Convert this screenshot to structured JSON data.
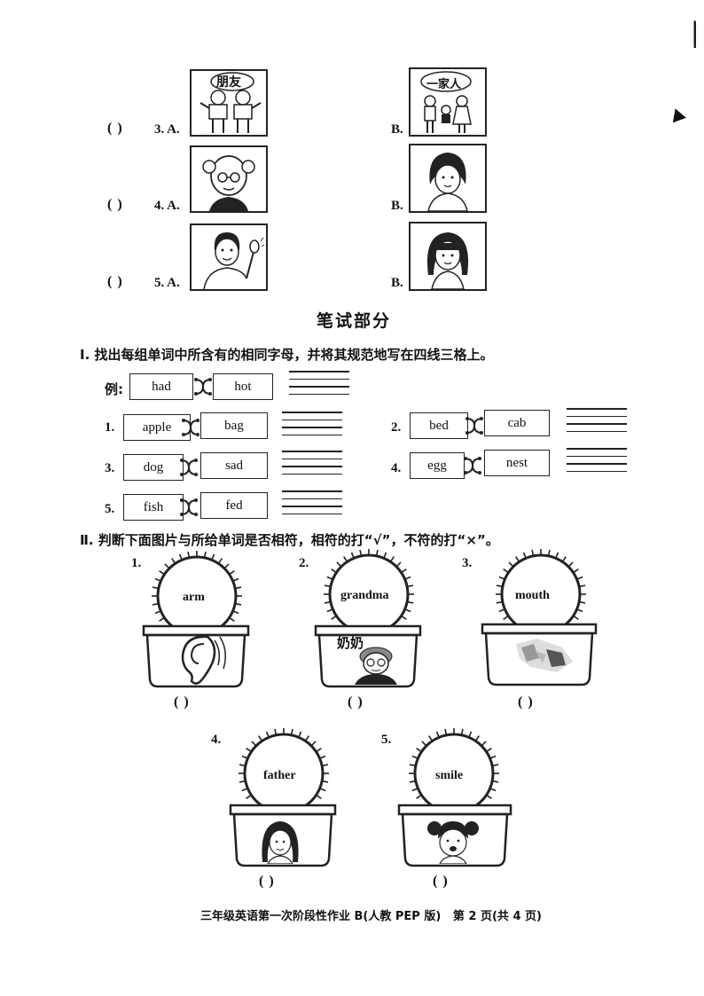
{
  "page_mark": "|",
  "listening": {
    "questions": [
      {
        "paren": "(        )",
        "num_a": "3. A.",
        "label_b": "B.",
        "caption_a": "朋友",
        "caption_b": "一家人"
      },
      {
        "paren": "(        )",
        "num_a": "4. A.",
        "label_b": "B."
      },
      {
        "paren": "(        )",
        "num_a": "5. A.",
        "label_b": "B."
      }
    ]
  },
  "written": {
    "title": "笔试部分",
    "section1": {
      "instruction": "Ⅰ. 找出每组单词中所含有的相同字母，并将其规范地写在四线三格上。",
      "example_label": "例:",
      "example": {
        "w1": "had",
        "w2": "hot"
      },
      "items": [
        {
          "num": "1.",
          "w1": "apple",
          "w2": "bag"
        },
        {
          "num": "2.",
          "w1": "bed",
          "w2": "cab"
        },
        {
          "num": "3.",
          "w1": "dog",
          "w2": "sad"
        },
        {
          "num": "4.",
          "w1": "egg",
          "w2": "nest"
        },
        {
          "num": "5.",
          "w1": "fish",
          "w2": "fed"
        }
      ]
    },
    "section2": {
      "instruction": "Ⅱ. 判断下面图片与所给单词是否相符，相符的打“√”，不符的打“×”。",
      "items": [
        {
          "num": "1.",
          "word": "arm",
          "paren": "(        )"
        },
        {
          "num": "2.",
          "word": "grandma",
          "paren": "(        )",
          "caption": "奶奶"
        },
        {
          "num": "3.",
          "word": "mouth",
          "paren": "(        )"
        },
        {
          "num": "4.",
          "word": "father",
          "paren": "(        )"
        },
        {
          "num": "5.",
          "word": "smile",
          "paren": "(        )"
        }
      ]
    }
  },
  "footer": "三年级英语第一次阶段性作业 B(人教 PEP 版)   第 2 页(共 4 页)"
}
